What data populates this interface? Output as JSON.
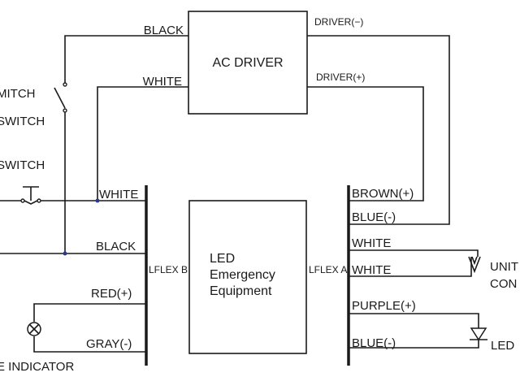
{
  "blocks": {
    "ac_driver": "AC DRIVER",
    "emergency": [
      "LED",
      "Emergency",
      "Equipment"
    ]
  },
  "driver_side": {
    "black": "BLACK",
    "white": "WHITE",
    "driver_neg": "DRIVER(−)",
    "driver_pos": "DRIVER(+)"
  },
  "left_terminal": {
    "white": "WHITE",
    "black": "BLACK",
    "red": "RED(+)",
    "gray": "GRAY(-)",
    "connector": "LFLEX B"
  },
  "right_terminal": {
    "brown": "BROWN(+)",
    "blue_top": "BLUE(-)",
    "white_1": "WHITE",
    "white_2": "WHITE",
    "purple": "PURPLE(+)",
    "blue_bottom": "BLUE(-)",
    "connector": "LFLEX A"
  },
  "left_edge": {
    "switch_1": "MITCH",
    "switch_2": "SWITCH",
    "switch_3": "SWITCH",
    "indicator": "E INDICATOR"
  },
  "right_edge": {
    "unit_1": "UNIT",
    "unit_2": "CON",
    "led": "LED"
  }
}
